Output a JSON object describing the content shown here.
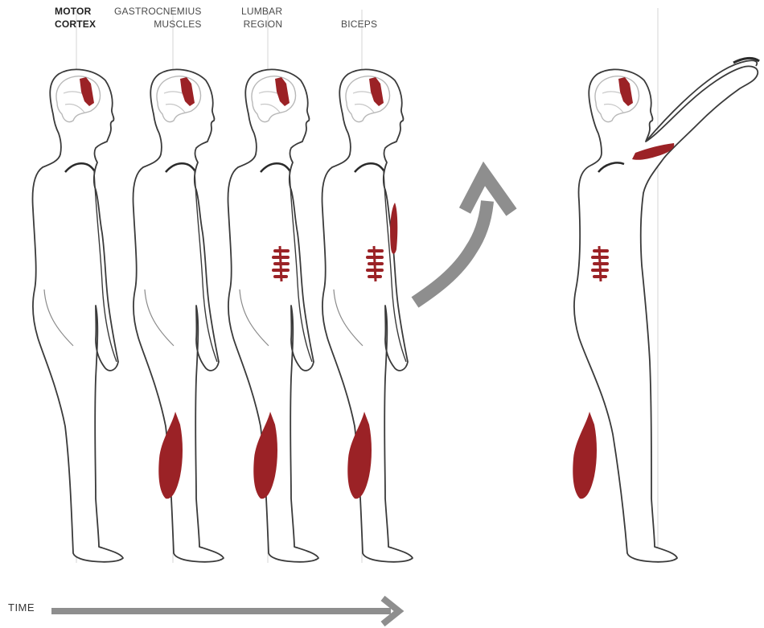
{
  "labels": {
    "motor_cortex": [
      "MOTOR",
      "CORTEX"
    ],
    "gastrocnemius": [
      "GASTROCNEMIUS",
      "MUSCLES"
    ],
    "lumbar": [
      "LUMBAR",
      "REGION"
    ],
    "biceps": [
      "BICEPS"
    ],
    "time": "TIME"
  },
  "sequence": [
    {
      "figure": "figure-1",
      "active": [
        "motor-cortex"
      ]
    },
    {
      "figure": "figure-2",
      "active": [
        "motor-cortex",
        "gastrocnemius"
      ]
    },
    {
      "figure": "figure-3",
      "active": [
        "motor-cortex",
        "gastrocnemius",
        "lumbar"
      ]
    },
    {
      "figure": "figure-4",
      "active": [
        "motor-cortex",
        "gastrocnemius",
        "lumbar",
        "biceps"
      ]
    },
    {
      "figure": "figure-5-arms-raised",
      "active": [
        "motor-cortex",
        "gastrocnemius",
        "lumbar",
        "biceps"
      ]
    }
  ],
  "colors": {
    "muscle": "#9b2226",
    "outline": "#3a3a3a",
    "brain": "#b8b8b8",
    "arrow": "#8e8e8e",
    "guide": "#d6d6d6"
  }
}
